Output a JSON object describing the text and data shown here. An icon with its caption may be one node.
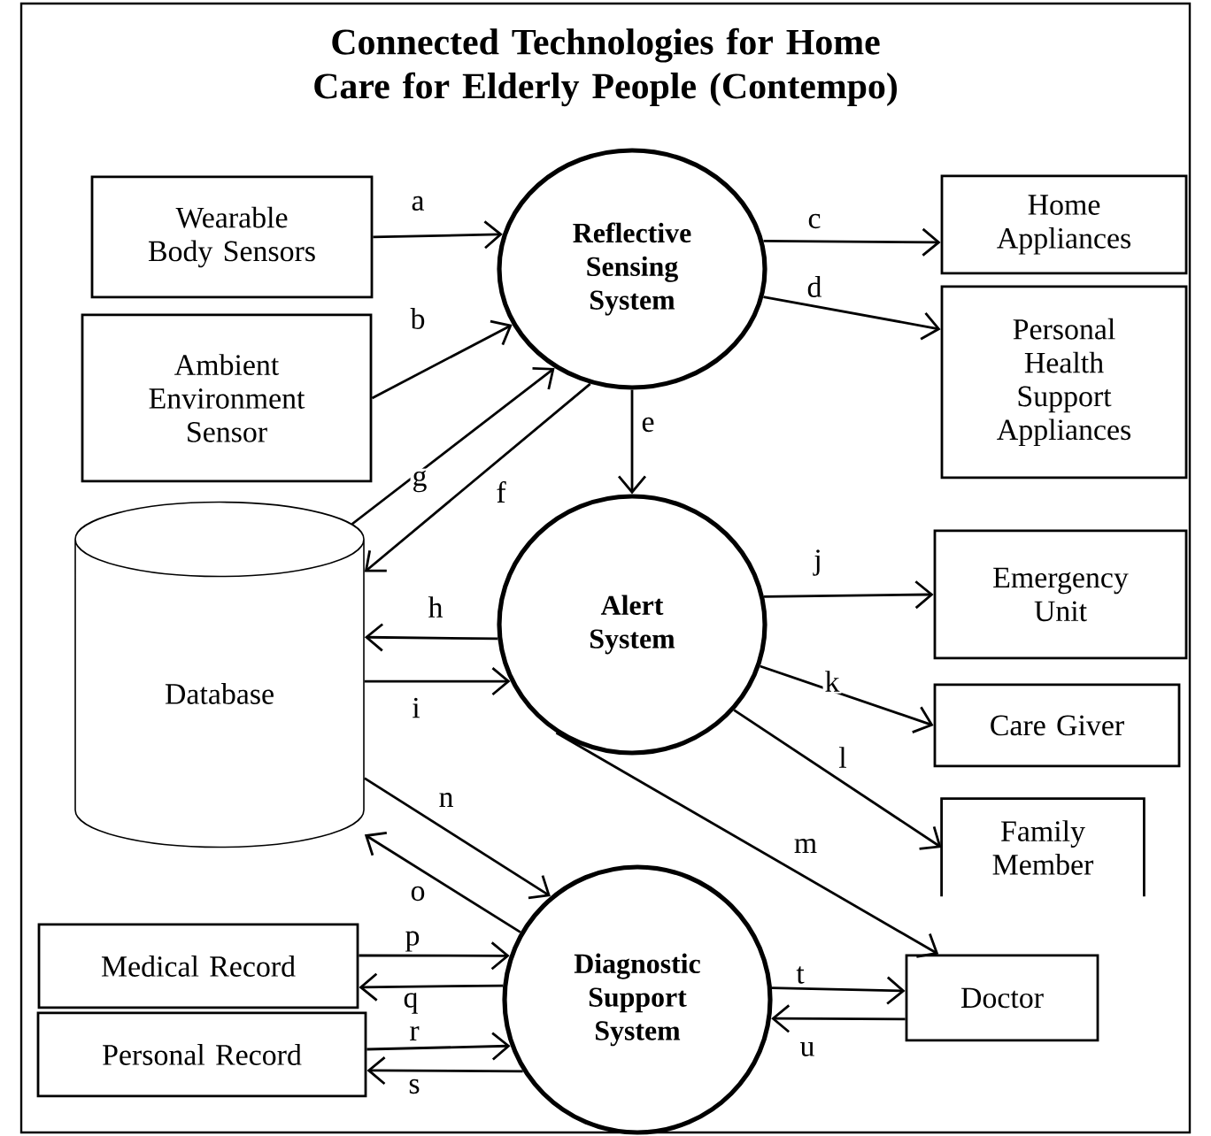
{
  "diagram": {
    "title": "Connected Technologies for Home Care for Elderly People (Contempo)",
    "nodes": [
      {
        "text": [
          "Wearable Body Sensors"
        ]
      },
      {
        "text": [
          "Ambient Environment Sensor"
        ]
      },
      {
        "text": [
          "Reflective Sensing System"
        ]
      },
      {
        "text": [
          "Home Appliances"
        ]
      },
      {
        "text": [
          "Personal Health Support Appliances"
        ]
      },
      {
        "text": [
          "Database"
        ]
      },
      {
        "text": [
          "Alert System"
        ]
      },
      {
        "text": [
          "Emergency Unit"
        ]
      },
      {
        "text": [
          "Care Giver"
        ]
      },
      {
        "text": [
          "Family Member"
        ]
      },
      {
        "text": [
          "Diagnostic Support System"
        ]
      },
      {
        "text": [
          "Medical Record"
        ]
      },
      {
        "text": [
          "Personal Record"
        ]
      },
      {
        "text": [
          "Doctor"
        ]
      }
    ],
    "edges": [
      {
        "from": 0,
        "to": 2,
        "arrow": "to",
        "label": "a"
      },
      {
        "from": 1,
        "to": 2,
        "arrow": "to",
        "label": "b"
      },
      {
        "from": 2,
        "to": 3,
        "arrow": "to",
        "label": "c"
      },
      {
        "from": 2,
        "to": 4,
        "arrow": "to",
        "label": "d"
      },
      {
        "from": 2,
        "to": 6,
        "arrow": "to",
        "label": "e"
      },
      {
        "from": 2,
        "to": 5,
        "arrow": "to",
        "label": "f"
      },
      {
        "from": 5,
        "to": 2,
        "arrow": "to",
        "label": "g"
      },
      {
        "from": 6,
        "to": 5,
        "arrow": "to",
        "label": "h"
      },
      {
        "from": 5,
        "to": 6,
        "arrow": "to",
        "label": "i"
      },
      {
        "from": 6,
        "to": 7,
        "arrow": "to",
        "label": "j"
      },
      {
        "from": 6,
        "to": 8,
        "arrow": "to",
        "label": "k"
      },
      {
        "from": 6,
        "to": 9,
        "arrow": "to",
        "label": "l"
      },
      {
        "from": 6,
        "to": 13,
        "arrow": "to",
        "label": "m"
      },
      {
        "from": 5,
        "to": 10,
        "arrow": "to",
        "label": "n"
      },
      {
        "from": 10,
        "to": 5,
        "arrow": "to",
        "label": "o"
      },
      {
        "from": 11,
        "to": 10,
        "arrow": "to",
        "label": "p"
      },
      {
        "from": 10,
        "to": 11,
        "arrow": "to",
        "label": "q"
      },
      {
        "from": 12,
        "to": 10,
        "arrow": "to",
        "label": "r"
      },
      {
        "from": 10,
        "to": 12,
        "arrow": "to",
        "label": "s"
      },
      {
        "from": 10,
        "to": 13,
        "arrow": "to",
        "label": "t"
      },
      {
        "from": 13,
        "to": 10,
        "arrow": "to",
        "label": "u"
      }
    ]
  }
}
